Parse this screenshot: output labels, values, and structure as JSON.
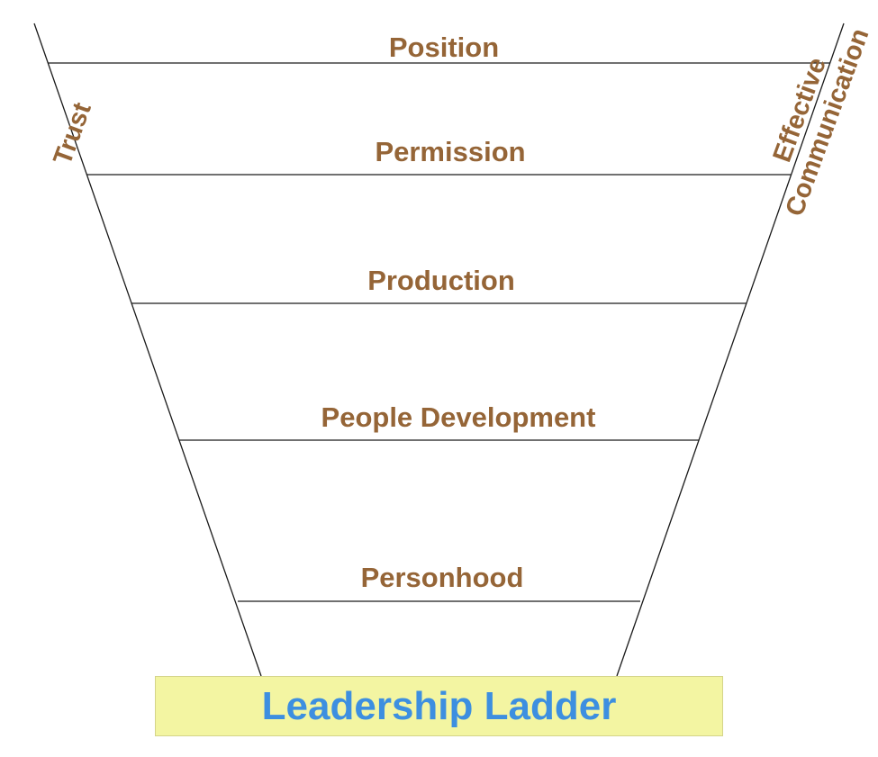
{
  "diagram": {
    "rungs": [
      {
        "label": "Position"
      },
      {
        "label": "Permission"
      },
      {
        "label": "Production"
      },
      {
        "label": "People Development"
      },
      {
        "label": "Personhood"
      }
    ],
    "left_side_label": "Trust",
    "right_side_label_line1": "Effective",
    "right_side_label_line2": "Communication",
    "title": "Leadership Ladder",
    "colors": {
      "label": "#956537",
      "title_text": "#3d8fe0",
      "title_box": "#f3f5a2"
    }
  }
}
